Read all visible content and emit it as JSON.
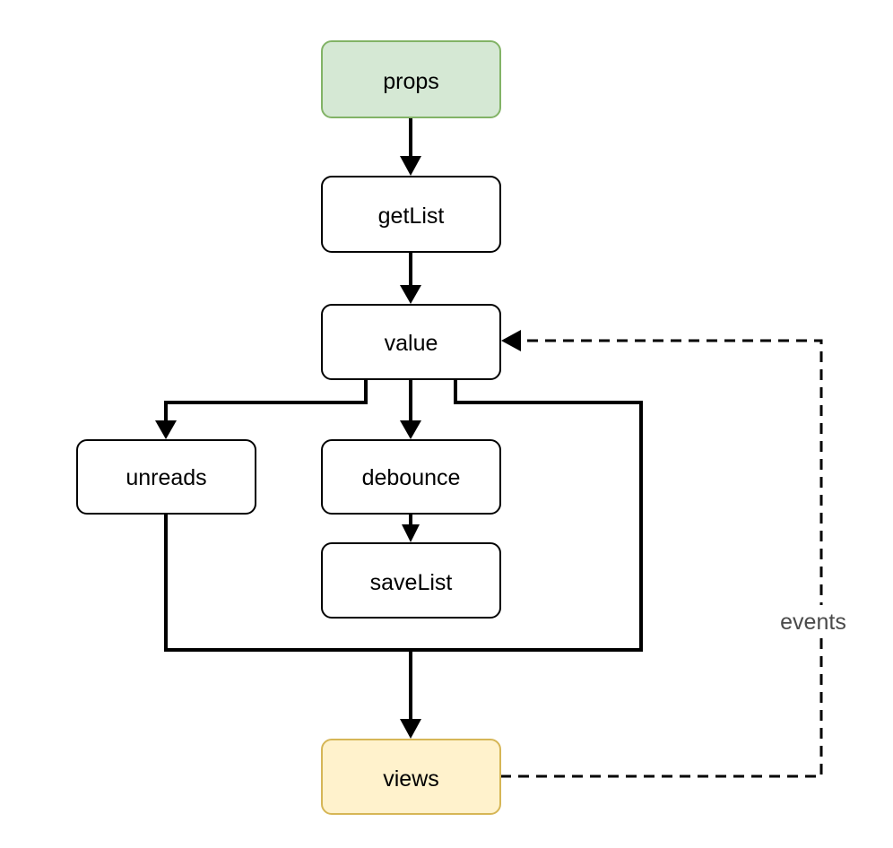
{
  "nodes": {
    "props": {
      "label": "props",
      "fill": "#d5e8d4",
      "stroke": "#82b366"
    },
    "getList": {
      "label": "getList",
      "fill": "#ffffff",
      "stroke": "#000000"
    },
    "value": {
      "label": "value",
      "fill": "#ffffff",
      "stroke": "#000000"
    },
    "unreads": {
      "label": "unreads",
      "fill": "#ffffff",
      "stroke": "#000000"
    },
    "debounce": {
      "label": "debounce",
      "fill": "#ffffff",
      "stroke": "#000000"
    },
    "saveList": {
      "label": "saveList",
      "fill": "#ffffff",
      "stroke": "#000000"
    },
    "views": {
      "label": "views",
      "fill": "#fff2cc",
      "stroke": "#d6b656"
    }
  },
  "edges": [
    {
      "from": "props",
      "to": "getList",
      "style": "solid"
    },
    {
      "from": "getList",
      "to": "value",
      "style": "solid"
    },
    {
      "from": "value",
      "to": "unreads",
      "style": "solid"
    },
    {
      "from": "value",
      "to": "debounce",
      "style": "solid"
    },
    {
      "from": "debounce",
      "to": "saveList",
      "style": "solid"
    },
    {
      "from": "unreads",
      "to": "views",
      "style": "solid"
    },
    {
      "from": "value",
      "to": "views",
      "style": "solid"
    },
    {
      "from": "views",
      "to": "value",
      "style": "dashed",
      "label": "events"
    }
  ],
  "edge_labels": {
    "events": "events"
  }
}
